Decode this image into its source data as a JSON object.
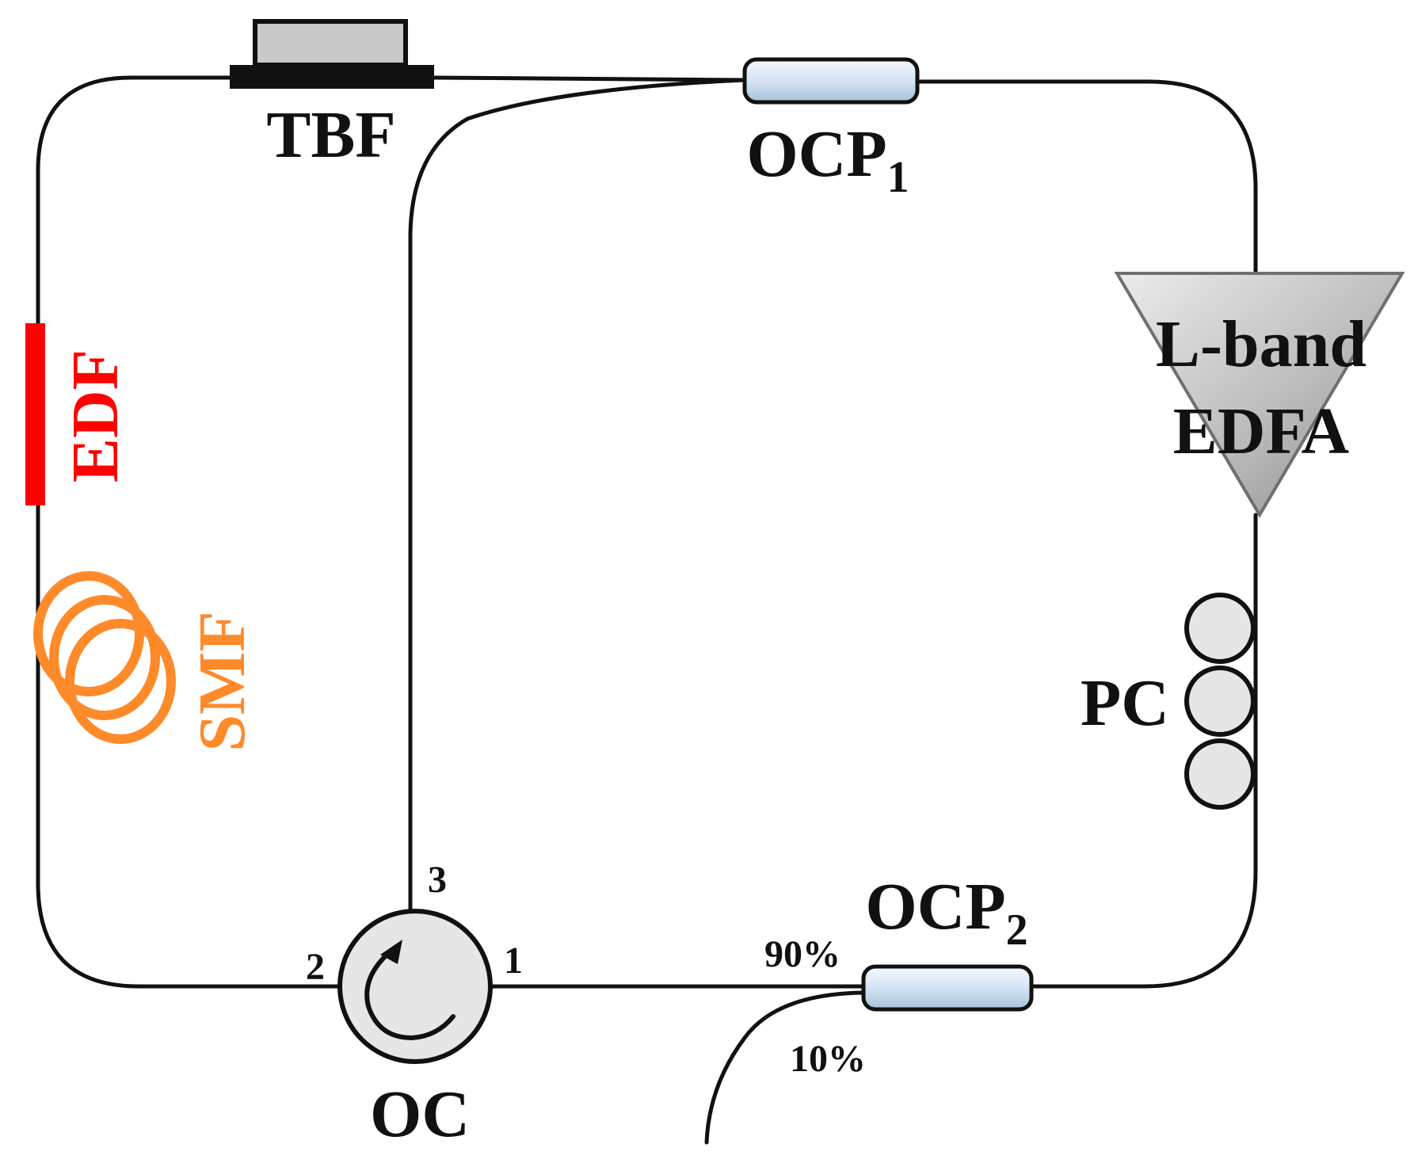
{
  "labels": {
    "tbf": "TBF",
    "ocp1_main": "OCP",
    "ocp1_sub": "1",
    "ocp2_main": "OCP",
    "ocp2_sub": "2",
    "edf": "EDF",
    "smf": "SMF",
    "amp_line1": "L-band",
    "amp_line2": "EDFA",
    "pc": "PC",
    "oc": "OC",
    "port1": "1",
    "port2": "2",
    "port3": "3",
    "split_90": "90%",
    "split_10": "10%"
  },
  "colors": {
    "fiber": "#111111",
    "edf": "#ff0000",
    "smf": "#ff8a2a",
    "tbf_body": "#c8c8c8",
    "coupler_fill": "#d9e8f6",
    "amp_fill": "#bdbdbd",
    "circle_fill": "#e6e6e6"
  },
  "icons": {
    "circulator_arrow": "curved-arrow-icon"
  }
}
